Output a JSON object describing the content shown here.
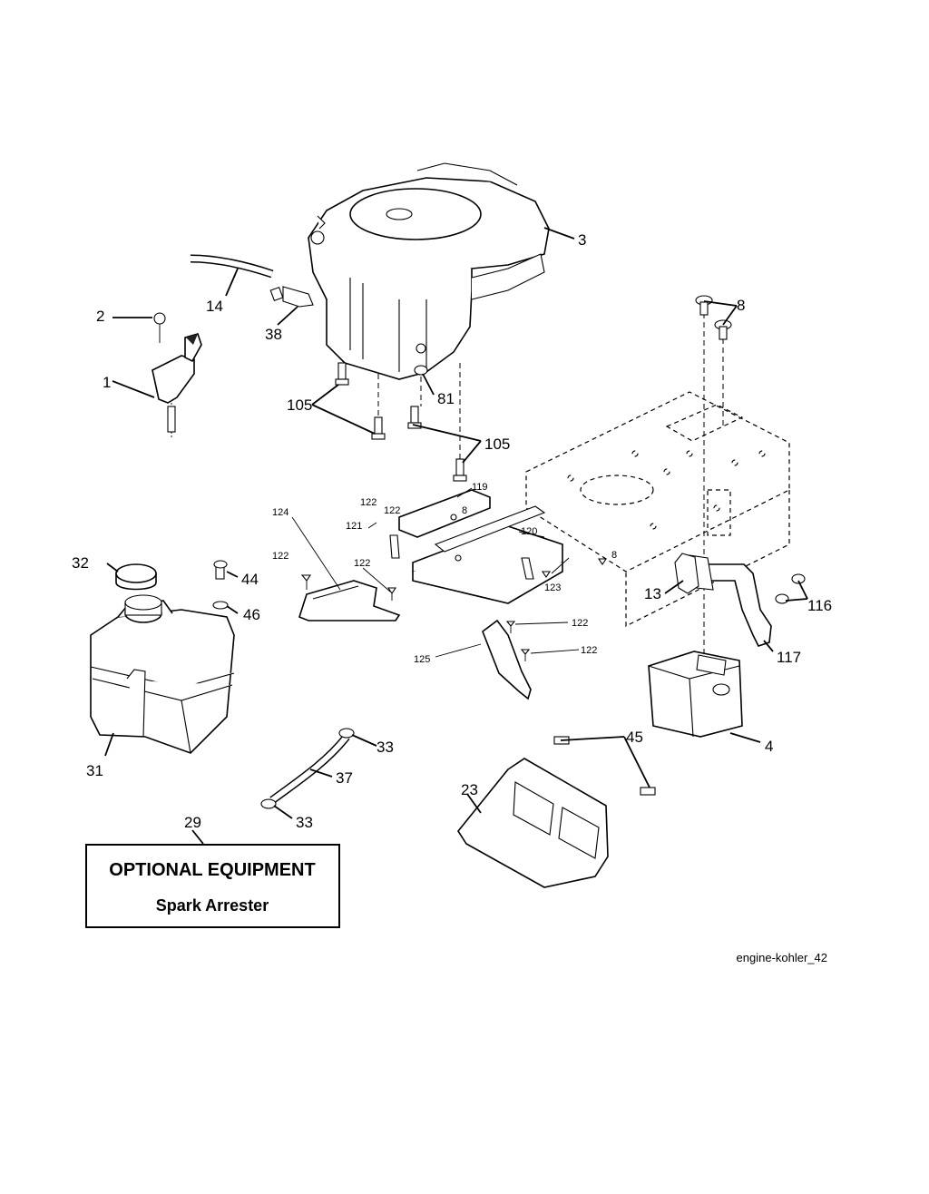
{
  "callouts": {
    "c1": "1",
    "c2": "2",
    "c3": "3",
    "c4": "4",
    "c8a": "8",
    "c8b": "8",
    "c8c": "8",
    "c13": "13",
    "c14": "14",
    "c23": "23",
    "c29": "29",
    "c31": "31",
    "c32": "32",
    "c33a": "33",
    "c33b": "33",
    "c37": "37",
    "c38": "38",
    "c44": "44",
    "c45": "45",
    "c46": "46",
    "c81": "81",
    "c105a": "105",
    "c105b": "105",
    "c116": "116",
    "c117": "117",
    "c119": "119",
    "c120": "120",
    "c121": "121",
    "c122a": "122",
    "c122b": "122",
    "c122c": "122",
    "c122d": "122",
    "c122e": "122",
    "c122f": "122",
    "c123": "123",
    "c124": "124",
    "c125": "125"
  },
  "optional_box": {
    "title": "OPTIONAL EQUIPMENT",
    "subtitle": "Spark Arrester"
  },
  "reference": "engine-kohler_42"
}
